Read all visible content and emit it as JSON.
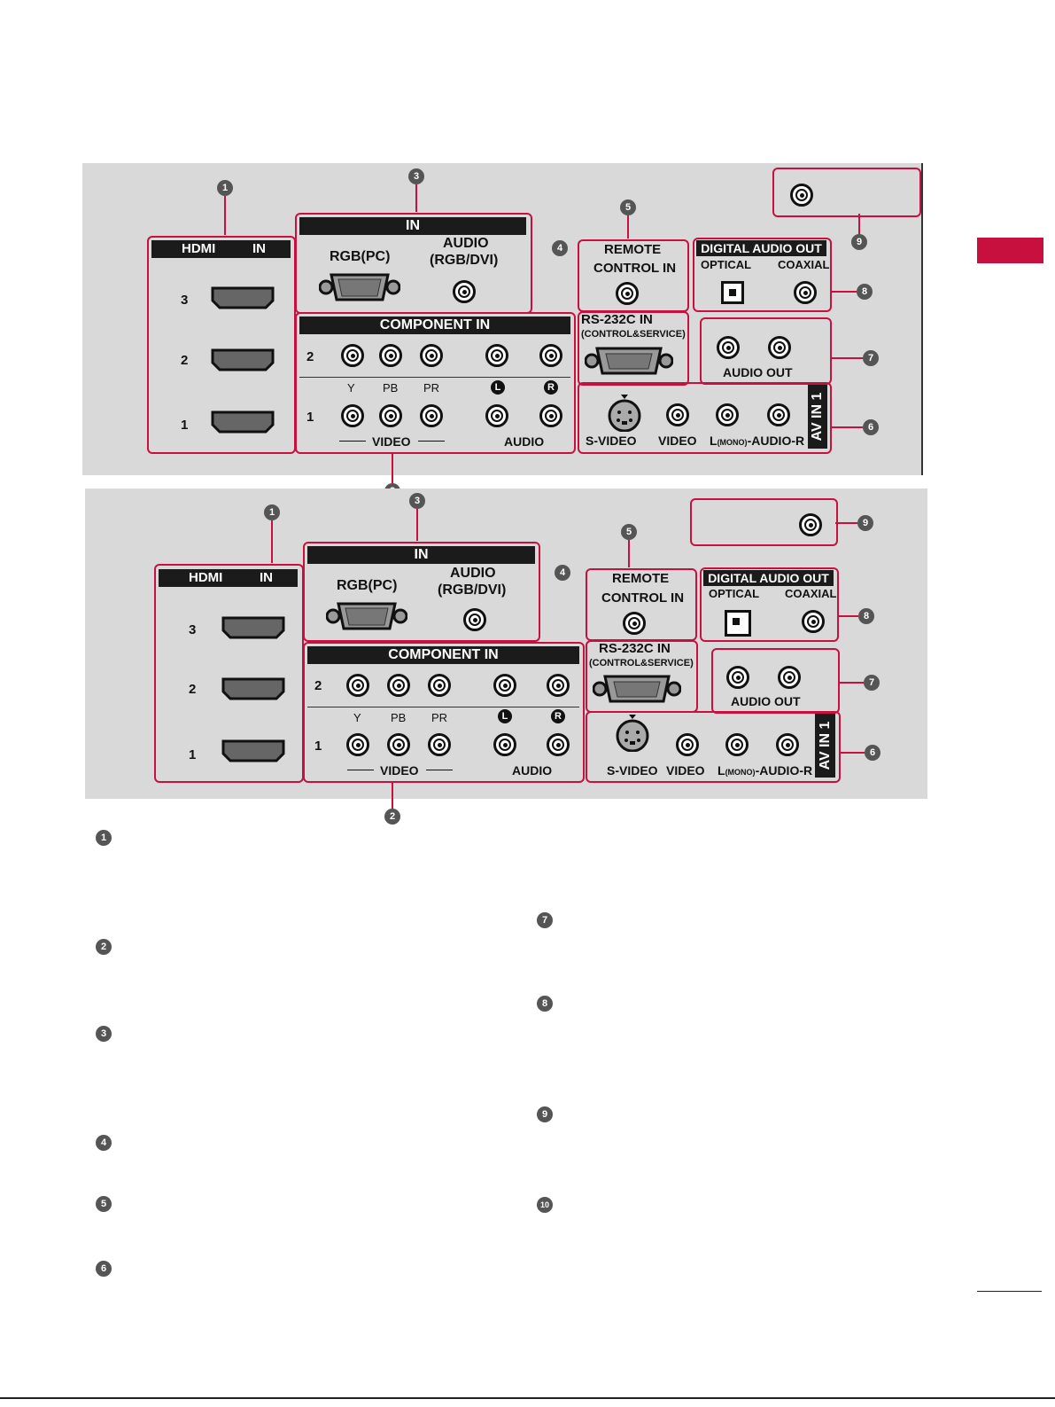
{
  "panel_labels": {
    "hdmi_in": "HDMI",
    "hdmi_in2": "IN",
    "in": "IN",
    "rgb_pc": "RGB(PC)",
    "audio": "AUDIO",
    "rgb_dvi": "(RGB/DVI)",
    "component_in": "COMPONENT IN",
    "remote": "REMOTE",
    "control_in": "CONTROL IN",
    "rs232": "RS-232C IN",
    "control_service": "(CONTROL&SERVICE)",
    "digital_audio_out": "DIGITAL AUDIO OUT",
    "optical": "OPTICAL",
    "coaxial": "COAXIAL",
    "audio_out": "AUDIO OUT",
    "av_in_1": "AV IN 1",
    "s_video": "S-VIDEO",
    "video": "VIDEO",
    "l_mono_audio_r_a": "L",
    "l_mono_audio_r_b": "(MONO)",
    "l_mono_audio_r_c": "-AUDIO-R",
    "hdmi_nums": [
      "3",
      "2",
      "1"
    ],
    "comp_row2": "2",
    "comp_row1": "1",
    "y": "Y",
    "pb": "PB",
    "pr": "PR",
    "l": "L",
    "r": "R",
    "video_bracket": "VIDEO",
    "audio_bracket": "AUDIO"
  },
  "callouts": [
    "1",
    "2",
    "3",
    "4",
    "5",
    "6",
    "7",
    "8",
    "9",
    "10"
  ],
  "colors": {
    "accent": "#c8103e",
    "panel": "#d9d9d9"
  }
}
